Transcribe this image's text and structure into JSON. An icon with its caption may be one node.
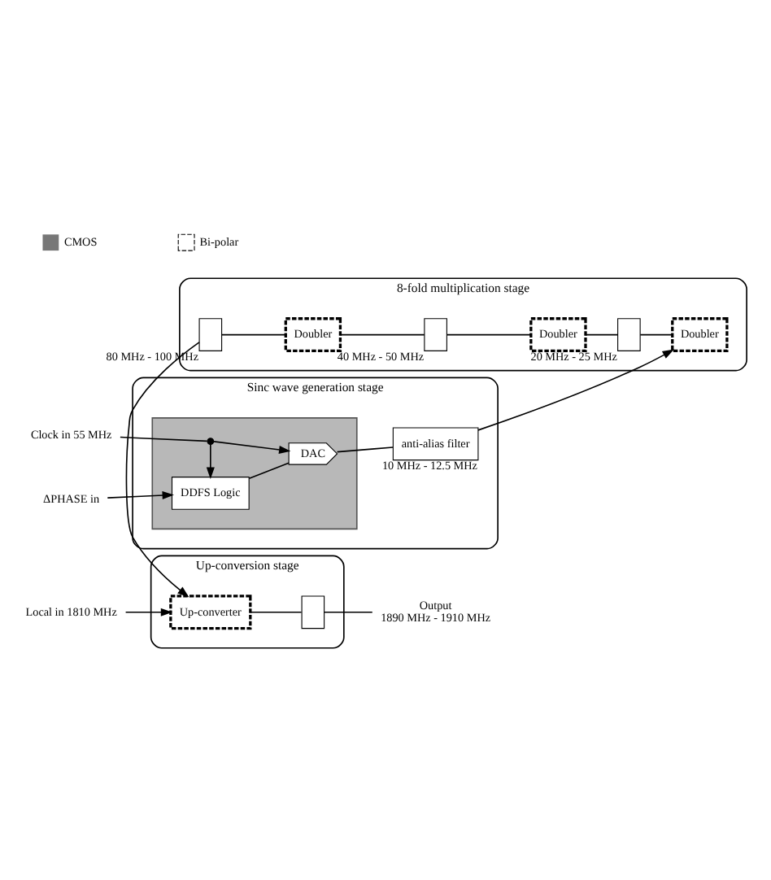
{
  "diagram": {
    "nodes": [
      {
        "text": [
          "Sinc wave generation stage"
        ]
      },
      {
        "text": [],
        "shape": "box",
        "in": 0
      },
      {
        "text": [
          "DDFS Logic"
        ],
        "in": 1
      },
      {
        "text": [
          "DAC"
        ],
        "in": 1
      },
      {
        "text": [
          "anti-alias filter"
        ],
        "beside": [
          "10 MHz - 12.5 MHz"
        ],
        "in": 0
      },
      {
        "text": [
          "ΔPHASE in"
        ]
      },
      {
        "text": [
          "Clock in 55 MHz"
        ]
      },
      {
        "text": [],
        "shape": "circle",
        "in": 1
      },
      {
        "text": [
          "8-fold multiplication stage"
        ]
      },
      {
        "text": [
          "Doubler"
        ],
        "in": 8
      },
      {
        "text": [],
        "shape": "box",
        "beside": [
          "20 MHz - 25 MHz"
        ],
        "in": 8
      },
      {
        "text": [
          "Doubler"
        ],
        "in": 8
      },
      {
        "text": [],
        "shape": "box",
        "beside": [
          "40 MHz - 50 MHz"
        ],
        "in": 8
      },
      {
        "text": [
          "Doubler"
        ],
        "in": 8
      },
      {
        "text": [],
        "shape": "box",
        "beside": [
          "80 MHz - 100 MHz"
        ],
        "in": 8
      },
      {
        "text": [
          "Up-conversion stage"
        ]
      },
      {
        "text": [
          "Up-converter"
        ],
        "in": 15
      },
      {
        "text": [],
        "shape": "box",
        "in": 15
      },
      {
        "text": [
          "Output",
          "1890 MHz - 1910 MHz"
        ]
      },
      {
        "text": [
          "Local in 1810 MHz"
        ]
      }
    ],
    "edges": [
      {
        "from": 5,
        "to": 2,
        "arrow": "to"
      },
      {
        "from": 6,
        "to": 7,
        "arrow": "none"
      },
      {
        "from": 7,
        "to": 2,
        "arrow": "to"
      },
      {
        "from": 7,
        "to": 3,
        "arrow": "to"
      },
      {
        "from": 2,
        "to": 3,
        "arrow": "none"
      },
      {
        "from": 3,
        "to": 4,
        "arrow": "none"
      },
      {
        "from": 4,
        "to": 9,
        "arrow": "to"
      },
      {
        "from": 9,
        "to": 10,
        "arrow": "none"
      },
      {
        "from": 10,
        "to": 11,
        "arrow": "none"
      },
      {
        "from": 11,
        "to": 12,
        "arrow": "none"
      },
      {
        "from": 12,
        "to": 13,
        "arrow": "none"
      },
      {
        "from": 13,
        "to": 14,
        "arrow": "none"
      },
      {
        "from": 14,
        "to": 16,
        "arrow": "to"
      },
      {
        "from": 16,
        "to": 17,
        "arrow": "none"
      },
      {
        "from": 17,
        "to": 18,
        "arrow": "none"
      },
      {
        "from": 19,
        "to": 16,
        "arrow": "to"
      }
    ],
    "legend": [
      {
        "text": "CMOS"
      },
      {
        "text": "Bi-polar"
      }
    ]
  }
}
